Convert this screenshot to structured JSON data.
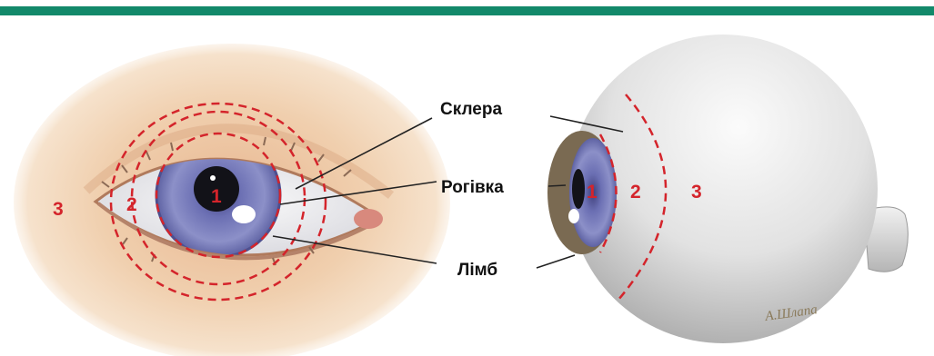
{
  "labels": {
    "sclera": "Склера",
    "cornea": "Рогівка",
    "limbus": "Лімб"
  },
  "front_view": {
    "zones": [
      "1",
      "2",
      "3"
    ]
  },
  "side_view": {
    "zones": [
      "1",
      "2",
      "3"
    ],
    "signature": "A.Шлапа"
  },
  "colors": {
    "top_bar": "#13896a",
    "dashed_lines": "#d4242b",
    "zone_numbers": "#d4242b",
    "iris": "#7b7fbe",
    "skin": "#f2d2b0",
    "eyeball": "#e4e4e4"
  }
}
